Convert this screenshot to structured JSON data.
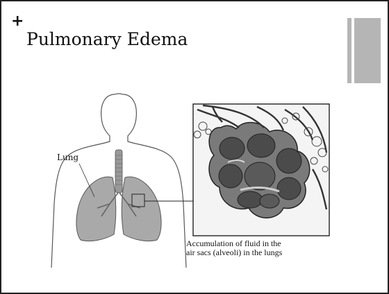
{
  "slide": {
    "bullet": "+",
    "title": "Pulmonary Edema"
  },
  "figure": {
    "lung_label": "Lung",
    "caption_line1": "Accumulation of fluid in the",
    "caption_line2": "air sacs (alveoli) in the lungs"
  },
  "colors": {
    "accent_gray": "#b5b5b5",
    "frame": "#222222"
  }
}
